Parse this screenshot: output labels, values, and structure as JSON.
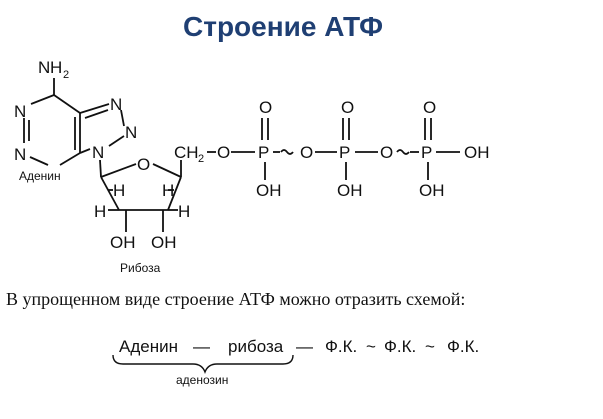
{
  "title": "Строение АТФ",
  "molecule": {
    "amine": {
      "n": "N",
      "h": "H",
      "h_sub": "2"
    },
    "ring_n1": "N",
    "ring_n2": "N",
    "ring_n3": "N",
    "ring_n4": "N",
    "glyco_n": "N",
    "adenine_label": "Аденин",
    "ribose_o": "O",
    "ch2": "CH",
    "ch2_sub": "2",
    "link_o": "O",
    "h_left_top": "H",
    "h_right_top": "H",
    "h_left_bottom": "H",
    "h_right_bottom": "H",
    "oh_left": "OH",
    "oh_right": "OH",
    "ribose_label": "Рибоза",
    "p1": "P",
    "p2": "P",
    "p3": "P",
    "p1_o_top": "O",
    "p2_o_top": "O",
    "p3_o_top": "O",
    "bridge_o1": "O",
    "bridge_o2": "O",
    "p1_oh": "OH",
    "p2_oh": "OH",
    "p3_oh_bottom": "OH",
    "p3_oh_right": "OH"
  },
  "sentence": "В упрощенном виде строение АТФ можно отразить схемой:",
  "scheme": {
    "adenine": "Аденин",
    "dash1": "—",
    "ribose": "рибоза",
    "dash2": "—",
    "fk1": "Ф.К.",
    "tilde1": "~",
    "fk2": "Ф.К.",
    "tilde2": "~",
    "fk3": "Ф.К.",
    "brace_label": "аденозин"
  }
}
